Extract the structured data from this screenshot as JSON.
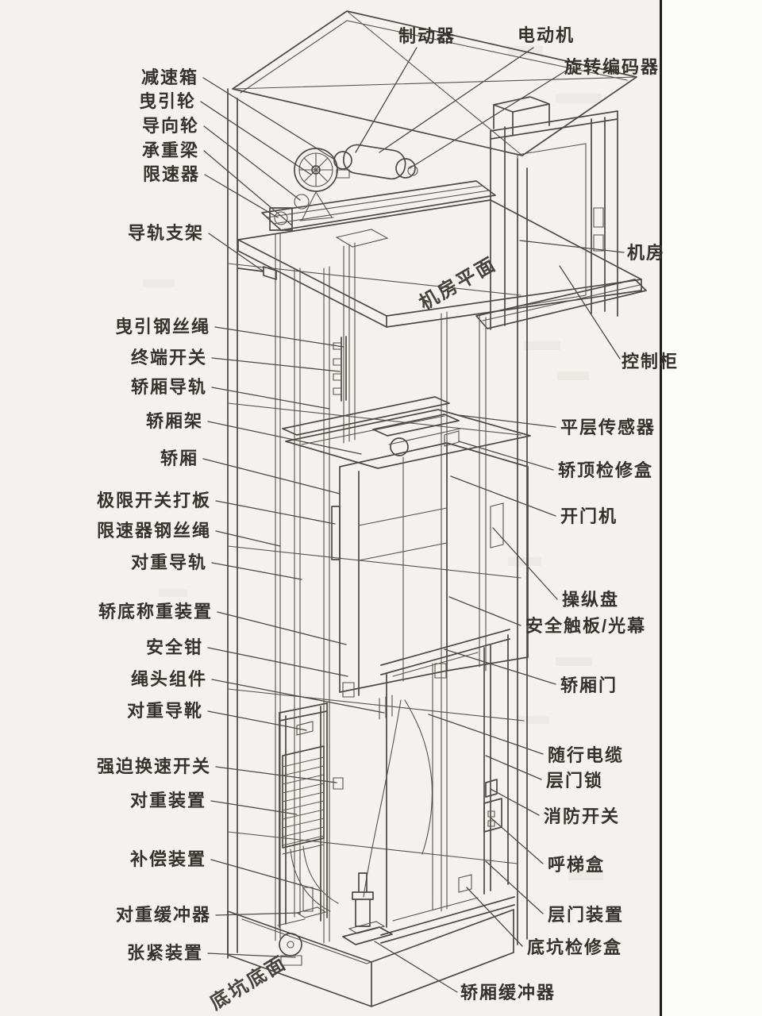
{
  "page": {
    "description_colors": {
      "paper": "#f4f2ee",
      "margin_paper": "#fcfcfa",
      "edge_rule": "#1d1d1b",
      "line": "#4b4a44",
      "label_text": "#34322c"
    }
  },
  "labels": {
    "top": [
      "制动器",
      "电动机",
      "旋转编码器"
    ],
    "left": [
      "减速箱",
      "曳引轮",
      "导向轮",
      "承重梁",
      "限速器",
      "导轨支架",
      "曳引钢丝绳",
      "终端开关",
      "轿厢导轨",
      "轿厢架",
      "轿厢",
      "极限开关打板",
      "限速器钢丝绳",
      "对重导轨",
      "轿底称重装置",
      "安全钳",
      "绳头组件",
      "对重导靴",
      "强迫换速开关",
      "对重装置",
      "补偿装置",
      "对重缓冲器",
      "张紧装置"
    ],
    "right": [
      "机房",
      "控制柜",
      "平层传感器",
      "轿顶检修盒",
      "开门机",
      "操纵盘",
      "安全触板/光幕",
      "轿厢门",
      "随行电缆",
      "层门锁",
      "消防开关",
      "呼梯盒",
      "层门装置",
      "底坑检修盒",
      "轿厢缓冲器"
    ],
    "planes": [
      "机房平面",
      "底坑底面"
    ],
    "bottom_center": "轿厢缓冲器"
  }
}
